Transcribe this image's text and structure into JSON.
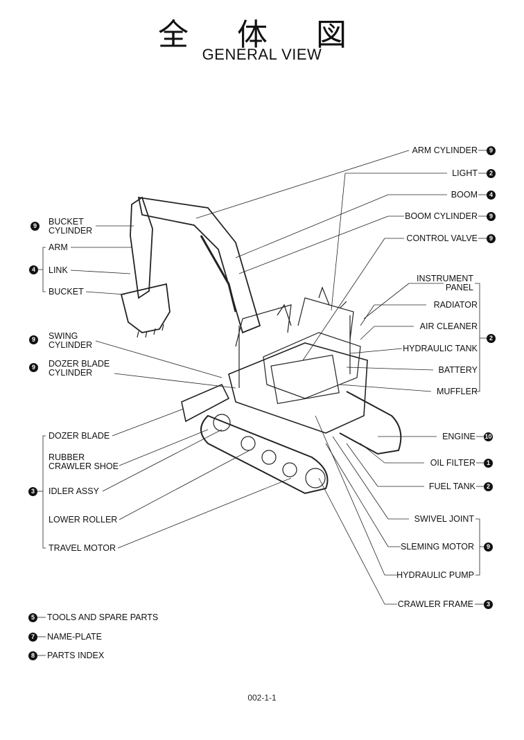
{
  "title_jp": "全 体 図",
  "title_en": "GENERAL VIEW",
  "right_labels": {
    "arm_cylinder": "ARM CYLINDER",
    "light": "LIGHT",
    "boom": "BOOM",
    "boom_cylinder": "BOOM CYLINDER",
    "control_valve": "CONTROL VALVE",
    "instrument_panel_1": "INSTRUMENT",
    "instrument_panel_2": "PANEL",
    "radiator": "RADIATOR",
    "air_cleaner": "AIR CLEANER",
    "hydraulic_tank": "HYDRAULIC TANK",
    "battery": "BATTERY",
    "muffler": "MUFFLER",
    "engine": "ENGINE",
    "oil_filter": "OIL FILTER",
    "fuel_tank": "FUEL TANK",
    "swivel_joint": "SWIVEL JOINT",
    "sleming_motor": "SLEMING MOTOR",
    "hydraulic_pump": "HYDRAULIC PUMP",
    "crawler_frame": "CRAWLER FRAME"
  },
  "left_labels": {
    "bucket_cylinder_1": "BUCKET",
    "bucket_cylinder_2": "CYLINDER",
    "arm": "ARM",
    "link": "LINK",
    "bucket": "BUCKET",
    "swing_cylinder_1": "SWING",
    "swing_cylinder_2": "CYLINDER",
    "dozer_blade_cylinder_1": "DOZER BLADE",
    "dozer_blade_cylinder_2": "CYLINDER",
    "dozer_blade": "DOZER BLADE",
    "rubber_crawler_shoe_1": "RUBBER",
    "rubber_crawler_shoe_2": "CRAWLER SHOE",
    "idler_assy": "IDLER ASSY",
    "lower_roller": "LOWER ROLLER",
    "travel_motor": "TRAVEL MOTOR"
  },
  "badges": {
    "arm_cylinder": "9",
    "light": "2",
    "boom": "4",
    "boom_cylinder": "9",
    "control_valve": "9",
    "panel_group": "2",
    "engine": "10",
    "oil_filter": "1",
    "fuel_tank": "2",
    "swivel_group": "9",
    "crawler_frame": "3",
    "bucket_cylinder": "9",
    "arm_group": "4",
    "swing_cylinder": "9",
    "dozer_blade_cylinder": "9",
    "lower_group": "3",
    "tools": "5",
    "name_plate": "7",
    "parts_index": "8"
  },
  "bottom_items": {
    "tools": "TOOLS AND SPARE PARTS",
    "name_plate": "NAME-PLATE",
    "parts_index": "PARTS INDEX"
  },
  "page_number": "002-1-1"
}
